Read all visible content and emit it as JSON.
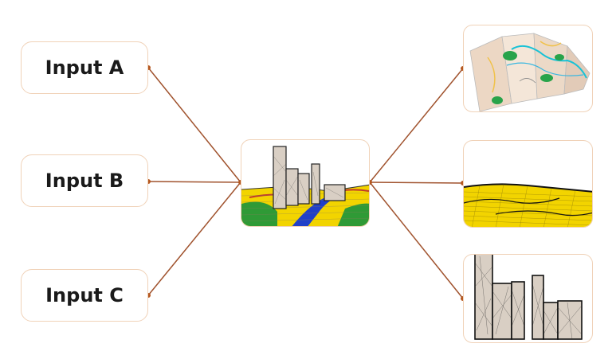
{
  "inputs": [
    {
      "label": "Input A"
    },
    {
      "label": "Input B"
    },
    {
      "label": "Input C"
    }
  ],
  "colors": {
    "connector": "#a0522d",
    "box_border": "#f0d2b8",
    "terrain_yellow": "#f2d400",
    "terrain_green": "#2f9a36",
    "river_blue": "#2040c8",
    "building_fill": "#d9cfc4"
  },
  "icons": {
    "center": "city-on-terrain-icon",
    "output_1": "folded-map-icon",
    "output_2": "terrain-surface-icon",
    "output_3": "buildings-icon"
  }
}
